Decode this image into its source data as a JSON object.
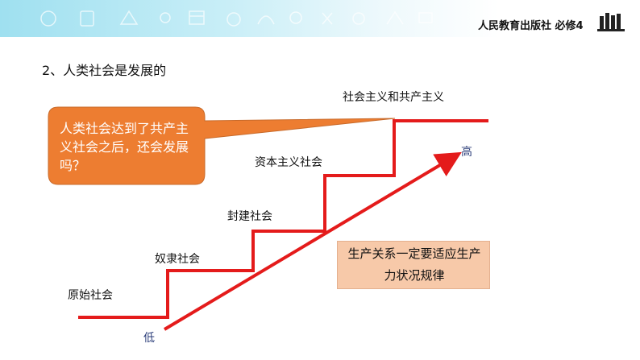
{
  "header": {
    "publisher_text": "人民教育出版社 必修4",
    "background_color": "#c8eef7",
    "icon": "books-icon"
  },
  "section_title": "2、人类社会是发展的",
  "diagram": {
    "stairs": [
      "原始社会",
      "奴隶社会",
      "封建社会",
      "资本主义社会",
      "社会主义和共产主义"
    ],
    "arrow_start_label": "低",
    "arrow_end_label": "高",
    "callout_text": "人类社会达到了共产主义社会之后，还会发展吗？",
    "law_text": "生产关系一定要适应生产力状况规律",
    "colors": {
      "stair_line": "#e41b1b",
      "callout_fill": "#ed7d31",
      "law_box_fill": "#f7c9a9"
    }
  }
}
